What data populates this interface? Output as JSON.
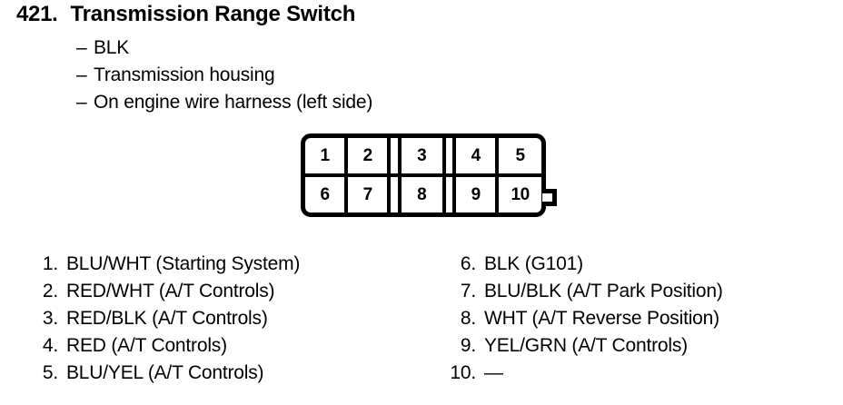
{
  "header": {
    "number": "421.",
    "title": "Transmission Range Switch",
    "bullets": [
      {
        "dash": "–",
        "label": "BLK"
      },
      {
        "dash": "–",
        "label": "Transmission housing"
      },
      {
        "dash": "–",
        "label": "On engine wire harness (left side)"
      }
    ]
  },
  "connector": {
    "rows": [
      {
        "cells": [
          {
            "label": "1",
            "type": "pin"
          },
          {
            "label": "2",
            "type": "pin"
          },
          {
            "label": "",
            "type": "slot"
          },
          {
            "label": "3",
            "type": "pin"
          },
          {
            "label": "",
            "type": "slot"
          },
          {
            "label": "4",
            "type": "pin"
          },
          {
            "label": "5",
            "type": "pin"
          }
        ]
      },
      {
        "cells": [
          {
            "label": "6",
            "type": "pin"
          },
          {
            "label": "7",
            "type": "pin"
          },
          {
            "label": "",
            "type": "slot"
          },
          {
            "label": "8",
            "type": "pin"
          },
          {
            "label": "",
            "type": "slot"
          },
          {
            "label": "9",
            "type": "pin"
          },
          {
            "label": "10",
            "type": "pin"
          }
        ]
      }
    ]
  },
  "legend": {
    "left": [
      {
        "num": "1.",
        "text": "BLU/WHT (Starting System)"
      },
      {
        "num": "2.",
        "text": "RED/WHT (A/T Controls)"
      },
      {
        "num": "3.",
        "text": "RED/BLK (A/T Controls)"
      },
      {
        "num": "4.",
        "text": "RED (A/T Controls)"
      },
      {
        "num": "5.",
        "text": "BLU/YEL (A/T Controls)"
      }
    ],
    "right": [
      {
        "num": "6.",
        "text": "BLK (G101)"
      },
      {
        "num": "7.",
        "text": "BLU/BLK (A/T Park Position)"
      },
      {
        "num": "8.",
        "text": "WHT (A/T Reverse Position)"
      },
      {
        "num": "9.",
        "text": "YEL/GRN (A/T Controls)"
      },
      {
        "num": "10.",
        "text": "—"
      }
    ]
  },
  "colors": {
    "ink": "#000000",
    "paper": "#ffffff"
  }
}
